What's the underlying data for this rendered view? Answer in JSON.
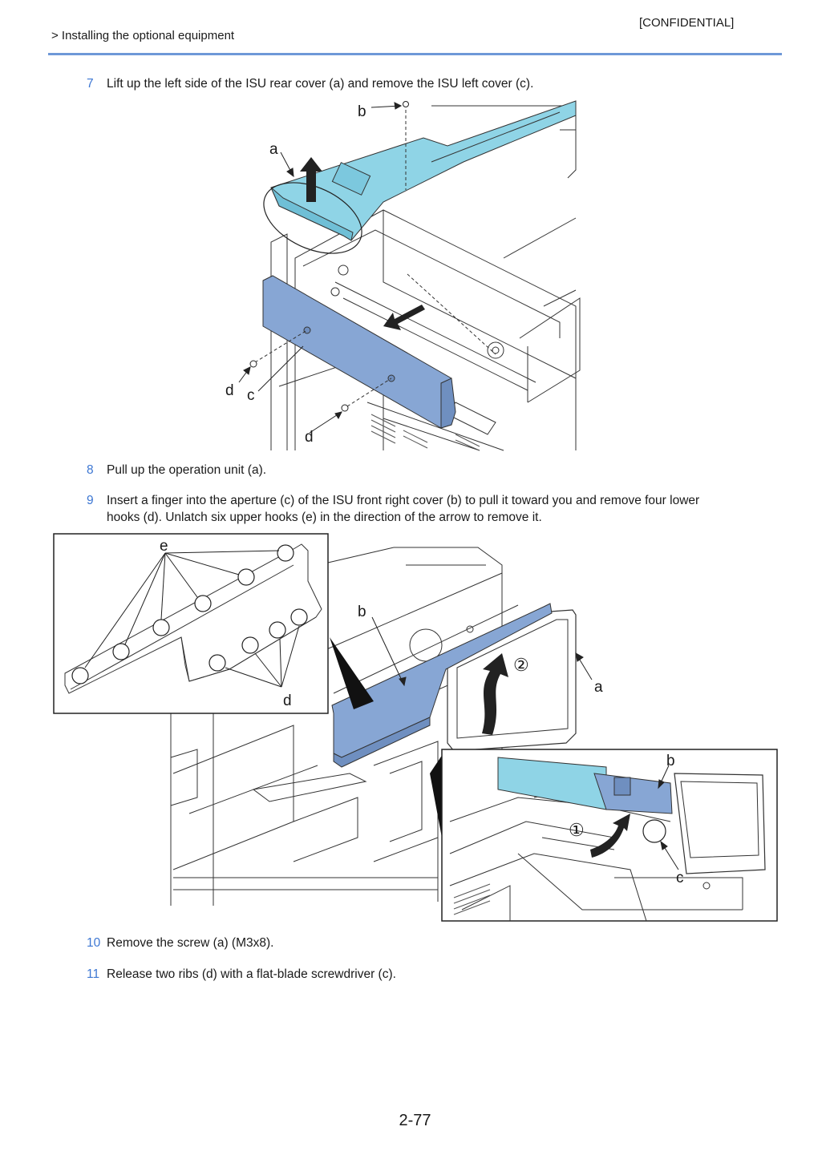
{
  "header": {
    "confidential": "[CONFIDENTIAL]",
    "breadcrumb": "> Installing the optional equipment"
  },
  "steps": [
    {
      "number": "7",
      "text": "Lift up the left side of the ISU rear cover (a) and remove the ISU left cover (c)."
    },
    {
      "number": "8",
      "text": "Pull up the operation unit (a)."
    },
    {
      "number": "9",
      "text_line1": "Insert a finger into the aperture (c) of the ISU front right cover (b) to pull it toward you and remove four lower",
      "text_line2": "hooks (d). Unlatch six upper hooks (e) in the direction of the arrow to remove it."
    },
    {
      "number": "10",
      "text": "Remove the screw (a) (M3x8)."
    },
    {
      "number": "11",
      "text": "Release two ribs (d) with a flat-blade screwdriver (c)."
    }
  ],
  "figure1": {
    "labels": {
      "a": "a",
      "b": "b",
      "c": "c",
      "d1": "d",
      "d2": "d"
    }
  },
  "figure2": {
    "labels": {
      "b": "b",
      "a": "a",
      "step2": "②"
    },
    "inset_left": {
      "labels": {
        "e": "e",
        "d": "d"
      }
    },
    "inset_right": {
      "labels": {
        "b": "b",
        "c": "c",
        "step1": "①"
      }
    }
  },
  "colors": {
    "accent": "#3d77d3",
    "rule": "#6e98d8",
    "cover_cyan": "#8fd4e6",
    "cover_blue": "#87a6d4"
  },
  "footer": {
    "page_number": "2-77"
  }
}
